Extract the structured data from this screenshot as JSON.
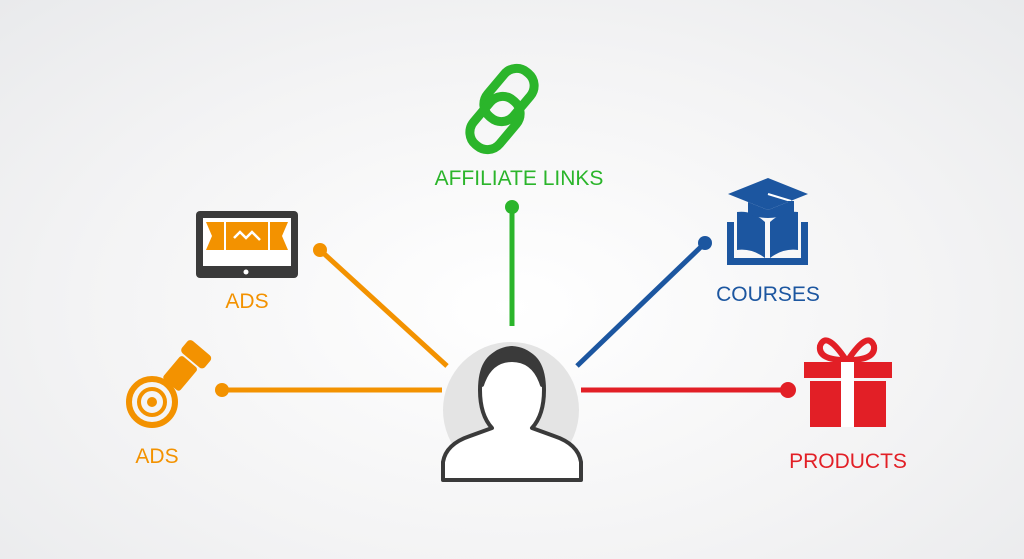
{
  "colors": {
    "orange": "#f39200",
    "green": "#2bb52b",
    "blue": "#1c56a0",
    "red": "#e21f26",
    "dark": "#3a3a3a",
    "hub": "#e4e4e4"
  },
  "center": {
    "icon": "person-icon"
  },
  "nodes": [
    {
      "id": "affiliate",
      "label": "AFFILIATE LINKS",
      "icon": "chain-link-icon"
    },
    {
      "id": "ads-display",
      "label": "ADS",
      "icon": "monitor-banner-icon"
    },
    {
      "id": "ads-target",
      "label": "ADS",
      "icon": "flashlight-target-icon"
    },
    {
      "id": "courses",
      "label": "COURSES",
      "icon": "graduation-book-icon"
    },
    {
      "id": "products",
      "label": "PRODUCTS",
      "icon": "gift-icon"
    }
  ]
}
